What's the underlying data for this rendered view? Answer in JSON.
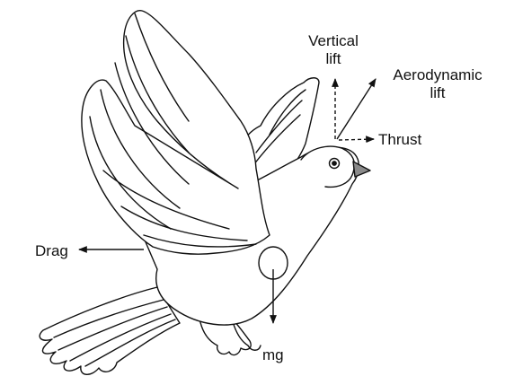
{
  "labels": {
    "vertical_lift": "Vertical\nlift",
    "vertical_lift_line1": "Vertical",
    "vertical_lift_line2": "lift",
    "aerodynamic_lift_line1": "Aerodynamic",
    "aerodynamic_lift_line2": "lift",
    "thrust": "Thrust",
    "drag": "Drag",
    "weight": "mg"
  },
  "colors": {
    "stroke": "#111111",
    "beak": "#8a8a8a",
    "fill": "#ffffff"
  }
}
